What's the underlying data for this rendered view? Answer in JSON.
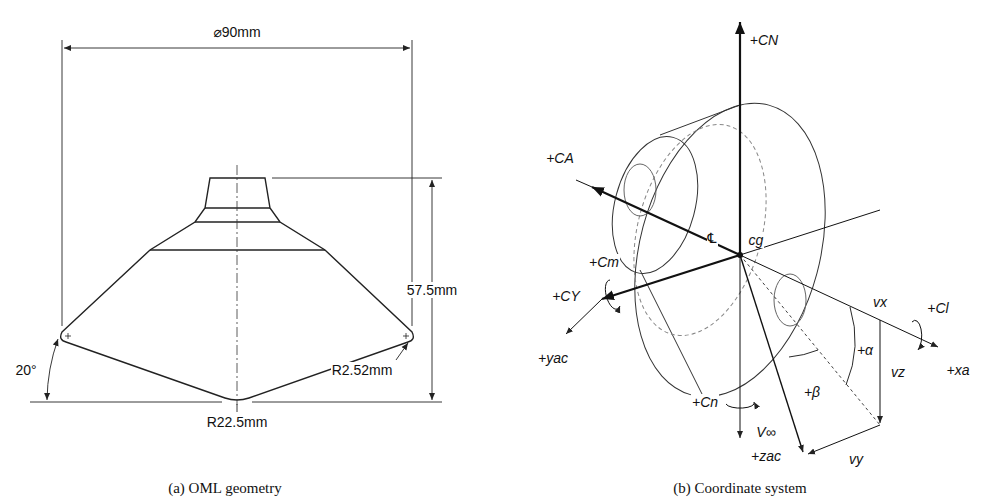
{
  "diagram": {
    "nodes": [],
    "edges": [],
    "labels": [
      "⌀90mm",
      "57.5mm",
      "20°",
      "R2.52mm",
      "R22.5mm",
      "(a) OML geometry",
      "+CN",
      "+CA",
      "+Cm",
      "+CY",
      "+yac",
      "cg",
      "℄",
      "+α",
      "+β",
      "V∞",
      "vx",
      "vz",
      "vy",
      "+Cl",
      "+xa",
      "+Cn",
      "+zac",
      "(b) Coordinate system"
    ]
  }
}
